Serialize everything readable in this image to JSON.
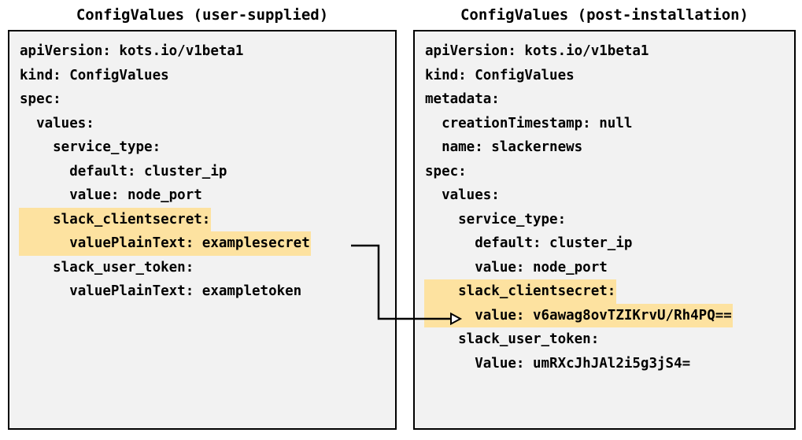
{
  "panels": {
    "left": {
      "title": "ConfigValues (user-supplied)",
      "lines": [
        {
          "text": "apiVersion: kots.io/v1beta1",
          "highlight": false
        },
        {
          "text": "kind: ConfigValues",
          "highlight": false
        },
        {
          "text": "spec:",
          "highlight": false
        },
        {
          "text": "  values:",
          "highlight": false
        },
        {
          "text": "    service_type:",
          "highlight": false
        },
        {
          "text": "      default: cluster_ip",
          "highlight": false
        },
        {
          "text": "      value: node_port",
          "highlight": false
        },
        {
          "text": "    slack_clientsecret:",
          "highlight": true
        },
        {
          "text": "      valuePlainText: examplesecret",
          "highlight": true
        },
        {
          "text": "    slack_user_token:",
          "highlight": false
        },
        {
          "text": "      valuePlainText: exampletoken",
          "highlight": false
        }
      ]
    },
    "right": {
      "title": "ConfigValues (post-installation)",
      "lines": [
        {
          "text": "apiVersion: kots.io/v1beta1",
          "highlight": false
        },
        {
          "text": "kind: ConfigValues",
          "highlight": false
        },
        {
          "text": "metadata:",
          "highlight": false
        },
        {
          "text": "  creationTimestamp: null",
          "highlight": false
        },
        {
          "text": "  name: slackernews",
          "highlight": false
        },
        {
          "text": "spec:",
          "highlight": false
        },
        {
          "text": "  values:",
          "highlight": false
        },
        {
          "text": "    service_type:",
          "highlight": false
        },
        {
          "text": "      default: cluster_ip",
          "highlight": false
        },
        {
          "text": "      value: node_port",
          "highlight": false
        },
        {
          "text": "    slack_clientsecret:",
          "highlight": true
        },
        {
          "text": "      value: v6awag8ovTZIKrvU/Rh4PQ==",
          "highlight": true
        },
        {
          "text": "    slack_user_token:",
          "highlight": false
        },
        {
          "text": "      Value: umRXcJhJAl2i5g3jS4=",
          "highlight": false
        }
      ]
    }
  },
  "colors": {
    "highlight": "#fde2a0",
    "panel_background": "#f2f2f2",
    "border": "#000000",
    "text": "#000000"
  },
  "connector": {
    "label": "secret-encryption-arrow",
    "from_line": "valuePlainText: examplesecret",
    "to_line": "value: v6awag8ovTZIKrvU/Rh4PQ=="
  }
}
